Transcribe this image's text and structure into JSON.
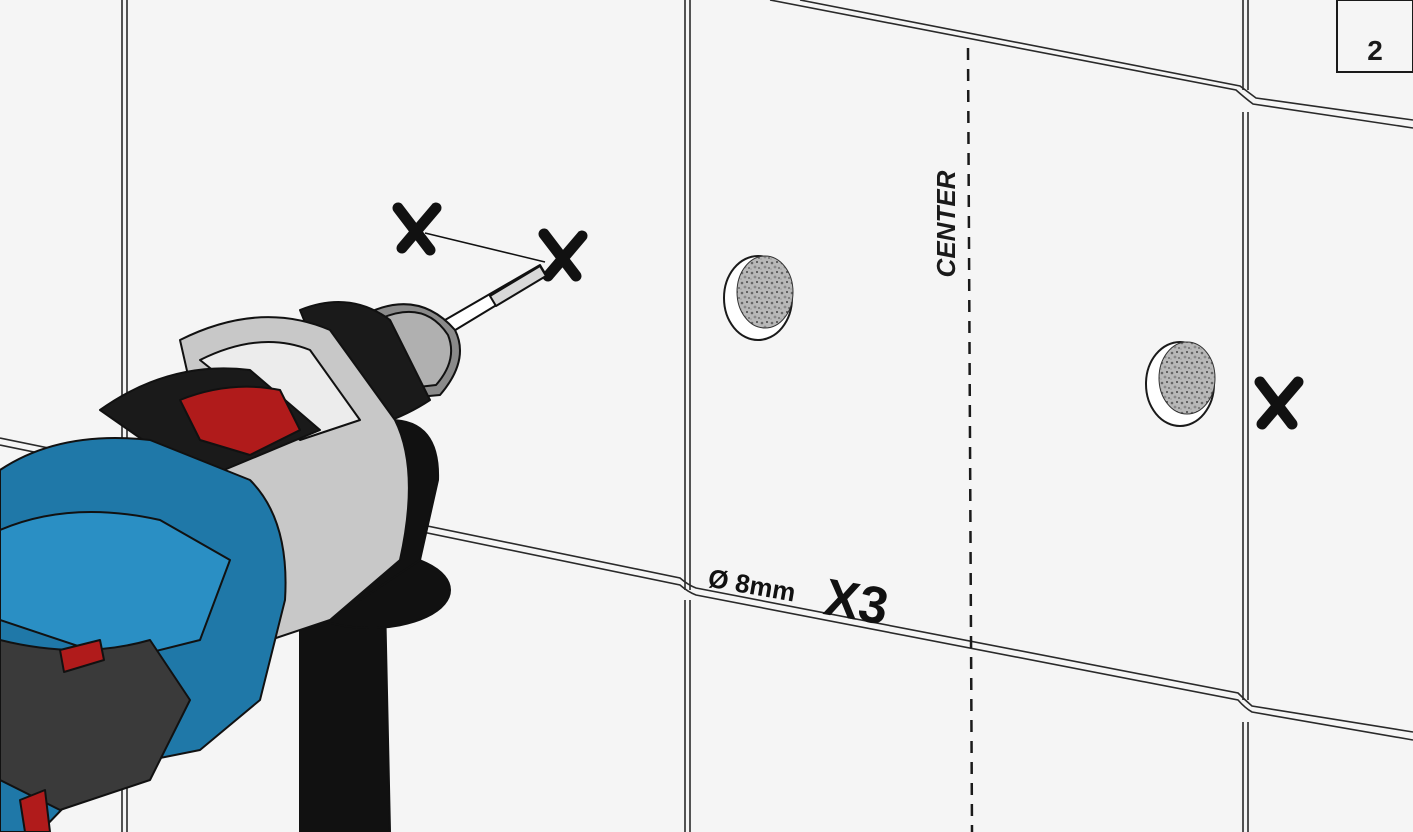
{
  "step_number": "2",
  "center_label": "CENTER",
  "drill_spec": {
    "diameter_label": "Ø 8mm",
    "quantity_label": "X3"
  },
  "icons": [
    "drill-marks",
    "power-drill",
    "drilled-hole"
  ],
  "colors": {
    "tile": "#f5f5f5",
    "grout": "#2a2a2a",
    "drill_body_blue": "#1f78a8",
    "drill_trigger_red": "#b01b1b",
    "drill_black": "#1a1a1a",
    "drill_grey": "#c8c8c8"
  }
}
